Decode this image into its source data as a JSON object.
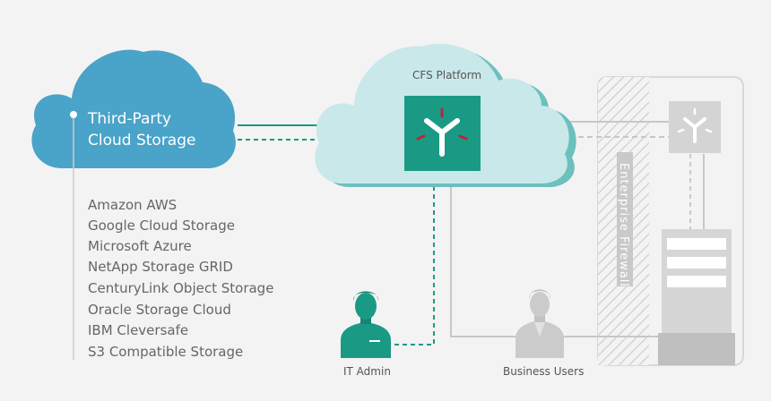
{
  "third_party_cloud": {
    "title_line1": "Third-Party",
    "title_line2": "Cloud Storage",
    "providers": [
      "Amazon AWS",
      "Google Cloud Storage",
      "Microsoft Azure",
      "NetApp Storage GRID",
      "CenturyLink Object Storage",
      "Oracle Storage Cloud",
      "IBM Cleversafe",
      "S3 Compatible Storage"
    ]
  },
  "cfs_platform": {
    "label": "CFS Platform"
  },
  "enterprise": {
    "firewall_label": "Enterprise Firewall"
  },
  "people": {
    "it_admin": "IT Admin",
    "business_users": "Business Users"
  },
  "colors": {
    "blue_cloud": "#4aa3c8",
    "teal": "#1a9a85",
    "light_cloud": "#c9e8ea",
    "accent_red": "#b5273c",
    "gray": "#c7c7c7"
  }
}
